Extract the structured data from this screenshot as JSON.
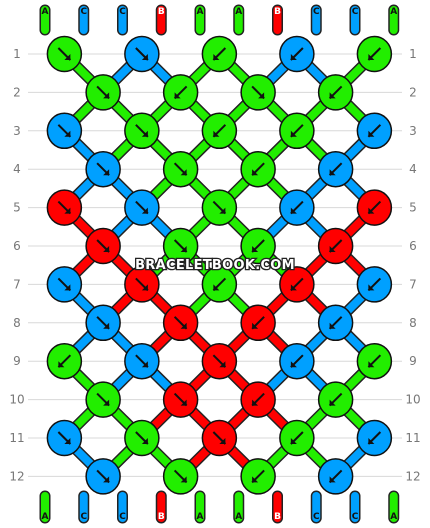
{
  "watermark": "BRACELETBOOK.COM",
  "colors": {
    "A": "#22ee00",
    "B": "#ff0000",
    "C": "#00a0ff"
  },
  "top_labels": [
    "A",
    "C",
    "C",
    "B",
    "A",
    "A",
    "B",
    "C",
    "C",
    "A"
  ],
  "bottom_labels": [
    "A",
    "C",
    "C",
    "B",
    "A",
    "A",
    "B",
    "C",
    "C",
    "A"
  ],
  "row_numbers": [
    "1",
    "2",
    "3",
    "4",
    "5",
    "6",
    "7",
    "8",
    "9",
    "10",
    "11",
    "12"
  ],
  "knot_rows": [
    [
      {
        "c": "A",
        "d": "down-right"
      },
      {
        "c": "C",
        "d": "down-right"
      },
      {
        "c": "A",
        "d": "down-left"
      },
      {
        "c": "C",
        "d": "down-left"
      },
      {
        "c": "A",
        "d": "down-left"
      }
    ],
    [
      {
        "c": "A",
        "d": "down-right"
      },
      {
        "c": "A",
        "d": "down-left"
      },
      {
        "c": "A",
        "d": "down-right"
      },
      {
        "c": "A",
        "d": "down-left"
      }
    ],
    [
      {
        "c": "C",
        "d": "down-right"
      },
      {
        "c": "A",
        "d": "down-right"
      },
      {
        "c": "A",
        "d": "down-left"
      },
      {
        "c": "A",
        "d": "down-left"
      },
      {
        "c": "C",
        "d": "down-left"
      }
    ],
    [
      {
        "c": "C",
        "d": "down-right"
      },
      {
        "c": "A",
        "d": "down-right"
      },
      {
        "c": "A",
        "d": "down-left"
      },
      {
        "c": "C",
        "d": "down-left"
      }
    ],
    [
      {
        "c": "B",
        "d": "down-right"
      },
      {
        "c": "C",
        "d": "down-right"
      },
      {
        "c": "A",
        "d": "down-right"
      },
      {
        "c": "C",
        "d": "down-left"
      },
      {
        "c": "B",
        "d": "down-left"
      }
    ],
    [
      {
        "c": "B",
        "d": "down-right"
      },
      {
        "c": "A",
        "d": "down-right"
      },
      {
        "c": "A",
        "d": "down-left"
      },
      {
        "c": "B",
        "d": "down-left"
      }
    ],
    [
      {
        "c": "C",
        "d": "down-right"
      },
      {
        "c": "B",
        "d": "down-right"
      },
      {
        "c": "A",
        "d": "down-left"
      },
      {
        "c": "B",
        "d": "down-left"
      },
      {
        "c": "C",
        "d": "down-left"
      }
    ],
    [
      {
        "c": "C",
        "d": "down-right"
      },
      {
        "c": "B",
        "d": "down-right"
      },
      {
        "c": "B",
        "d": "down-left"
      },
      {
        "c": "C",
        "d": "down-left"
      }
    ],
    [
      {
        "c": "A",
        "d": "down-left"
      },
      {
        "c": "C",
        "d": "down-right"
      },
      {
        "c": "B",
        "d": "down-right"
      },
      {
        "c": "C",
        "d": "down-left"
      },
      {
        "c": "A",
        "d": "down-left"
      }
    ],
    [
      {
        "c": "A",
        "d": "down-right"
      },
      {
        "c": "B",
        "d": "down-right"
      },
      {
        "c": "B",
        "d": "down-left"
      },
      {
        "c": "A",
        "d": "down-left"
      }
    ],
    [
      {
        "c": "C",
        "d": "down-right"
      },
      {
        "c": "A",
        "d": "down-right"
      },
      {
        "c": "B",
        "d": "down-right"
      },
      {
        "c": "A",
        "d": "down-left"
      },
      {
        "c": "C",
        "d": "down-left"
      }
    ],
    [
      {
        "c": "C",
        "d": "down-right"
      },
      {
        "c": "A",
        "d": "down-right"
      },
      {
        "c": "A",
        "d": "down-left"
      },
      {
        "c": "C",
        "d": "down-left"
      }
    ]
  ]
}
